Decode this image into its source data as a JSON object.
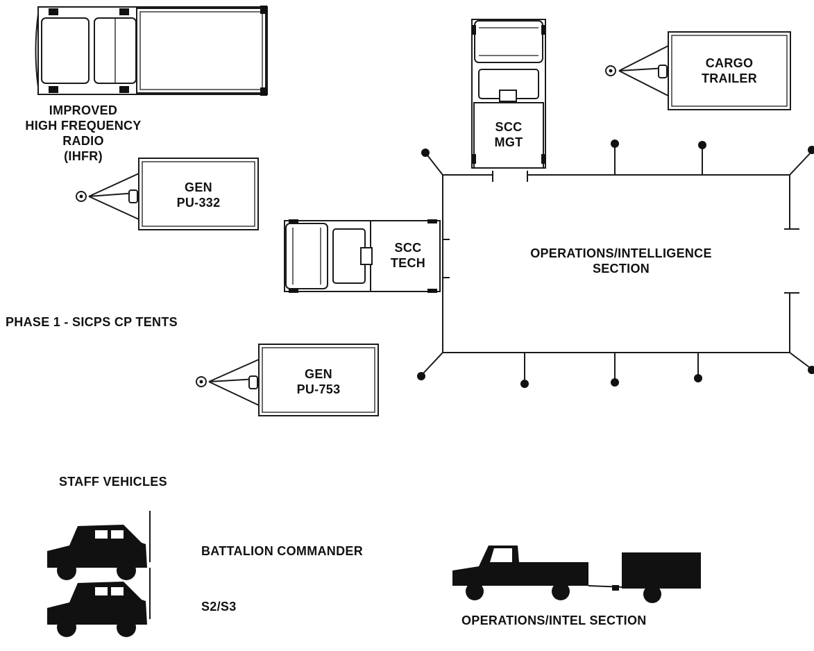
{
  "vehicles": {
    "ihfr_label": "IMPROVED\nHIGH FREQUENCY\nRADIO\n(IHFR)",
    "gen_332_label": "GEN\nPU-332",
    "gen_753_label": "GEN\nPU-753",
    "scc_tech_label": "SCC\nTECH",
    "scc_mgt_label": "SCC\nMGT",
    "cargo_trailer_label": "CARGO\nTRAILER"
  },
  "tent": {
    "label": "OPERATIONS/INTELLIGENCE\nSECTION"
  },
  "phase_label": "PHASE 1 - SICPS CP TENTS",
  "staff": {
    "heading": "STAFF VEHICLES",
    "battalion_commander": "BATTALION COMMANDER",
    "s2_s3": "S2/S3",
    "ops_intel": "OPERATIONS/INTEL SECTION"
  }
}
